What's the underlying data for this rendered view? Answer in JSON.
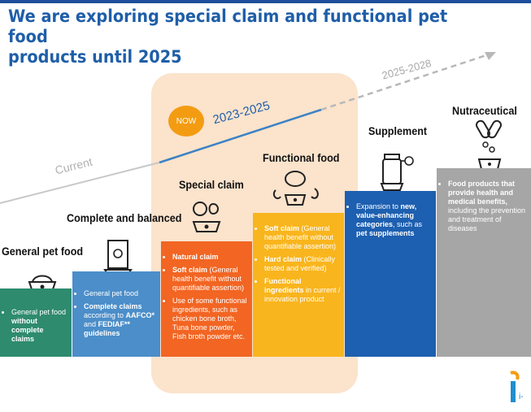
{
  "title_line1": "We are exploring special claim and functional pet food",
  "title_line2": "products until 2025",
  "timeline": {
    "current": "Current",
    "now": "NOW",
    "mid": "2023-2025",
    "future": "2025-2028"
  },
  "colors": {
    "general": "#2e8b6e",
    "complete": "#4b8ec9",
    "special": "#f26522",
    "functional": "#f9b51d",
    "supplement": "#1d5fb0",
    "nutraceutical": "#a6a6a6",
    "title": "#1f5ea8"
  },
  "steps": [
    {
      "name": "General pet food",
      "icon": "pet-bowl-icon",
      "bullets": [
        [
          "General pet food ",
          "without complete claims",
          ""
        ]
      ]
    },
    {
      "name": "Complete and balanced",
      "icon": "food-bag-icon",
      "bullets": [
        [
          "General pet food",
          "",
          ""
        ],
        [
          "",
          "Complete claims",
          " according to "
        ],
        [
          "",
          "AAFCO*",
          ""
        ]
      ]
    },
    {
      "name": "Special claim",
      "icon": "plant-bowl-icon"
    },
    {
      "name": "Functional food",
      "icon": "brain-bowl-icon"
    },
    {
      "name": "Supplement",
      "icon": "supplement-bottle-icon"
    },
    {
      "name": "Nutraceutical",
      "icon": "capsule-icon"
    }
  ],
  "complete_text": {
    "b1": "General pet food",
    "b2_bold": "Complete claims",
    "b2_rest": " according to ",
    "b2_aafco": "AAFCO*",
    "b2_and": " and ",
    "b2_fediaf": "FEDIAF** guidelines"
  },
  "general_text": {
    "plain": "General pet food ",
    "bold": "without complete claims"
  },
  "special_text": {
    "b1": "Natural claim",
    "b2_bold": "Soft claim",
    "b2_rest": " (General health benefit without quantifiable assertion)",
    "b3": "Use of some functional ingredients, such as chicken bone broth, Tuna bone powder, Fish broth powder etc."
  },
  "functional_text": {
    "b1_bold": "Soft claim",
    "b1_rest": " (General health benefit without quantifiable assertion)",
    "b2_bold": "Hard claim",
    "b2_rest": " (Clinically tested and verified)",
    "b3_bold": "Functional ingredients",
    "b3_rest": " in current / innovation product"
  },
  "supplement_text": {
    "plain": "Expansion to ",
    "bold1": "new, value-enhancing categories",
    "mid": ", such as ",
    "bold2": "pet supplements"
  },
  "nutraceutical_text": {
    "bold": "Food products that provide health and medical benefits,",
    "rest": " including the prevention and treatment of diseases"
  }
}
